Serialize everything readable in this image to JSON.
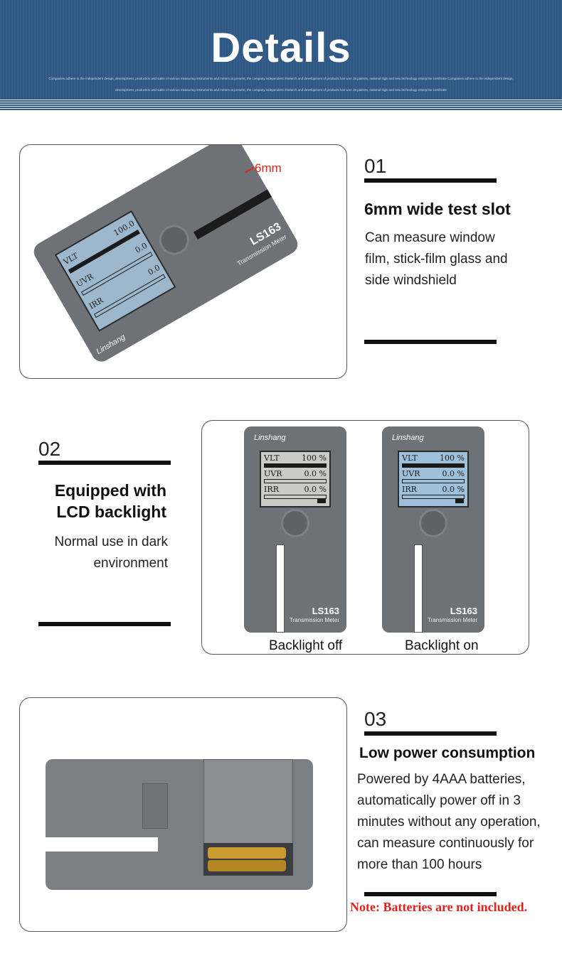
{
  "header": {
    "title": "Details",
    "small_line_1": "Companies adhere to the independent design, development, production and sales of various measuring instruments and meters at present, the company independent research and development of products has won 15 patents, national high and new technology enterprise certificate Companies adhere to the independent design,",
    "small_line_2": "development, production and sales of various measuring instruments and meters at present, the company independent research and development of products has won 15 patents, national high and new technology enterprise certificate"
  },
  "section1": {
    "number": "01",
    "title": "6mm wide test slot",
    "desc_lines": [
      "Can measure window",
      "film, stick-film glass and",
      "side windshield"
    ],
    "dimension_label": "6mm",
    "device": {
      "model": "LS163",
      "name": "Transmission Meter",
      "brand": "Linshang",
      "rows": [
        {
          "label": "VLT",
          "value": "100.0",
          "unit": "%"
        },
        {
          "label": "UVR",
          "value": "0.0",
          "unit": "%"
        },
        {
          "label": "IRR",
          "value": "0.0",
          "unit": "%"
        }
      ]
    }
  },
  "section2": {
    "number": "02",
    "title_lines": [
      "Equipped with",
      "LCD backlight"
    ],
    "desc_lines": [
      "Normal use in dark",
      "environment"
    ],
    "devices": [
      {
        "caption": "Backlight off",
        "brand": "Linshang",
        "model": "LS163",
        "name": "Transmission Meter",
        "lcd_color": "#c9cbc4",
        "rows": [
          {
            "label": "VLT",
            "value": "100 %"
          },
          {
            "label": "UVR",
            "value": "0.0 %"
          },
          {
            "label": "IRR",
            "value": "0.0 %"
          }
        ]
      },
      {
        "caption": "Backlight on",
        "brand": "Linshang",
        "model": "LS163",
        "name": "Transmission Meter",
        "lcd_color": "#9fc0db",
        "rows": [
          {
            "label": "VLT",
            "value": "100 %"
          },
          {
            "label": "UVR",
            "value": "0.0 %"
          },
          {
            "label": "IRR",
            "value": "0.0 %"
          }
        ]
      }
    ]
  },
  "section3": {
    "number": "03",
    "title": "Low power consumption",
    "desc_lines": [
      "Powered by 4AAA batteries,",
      "automatically power off in 3",
      "minutes without any operation,",
      "can measure continuously for",
      "more than 100 hours"
    ],
    "note": "Note: Batteries are not included."
  },
  "colors": {
    "banner": "#2f5a86",
    "note_red": "#e0241b",
    "device_gray": "#6e7276"
  }
}
